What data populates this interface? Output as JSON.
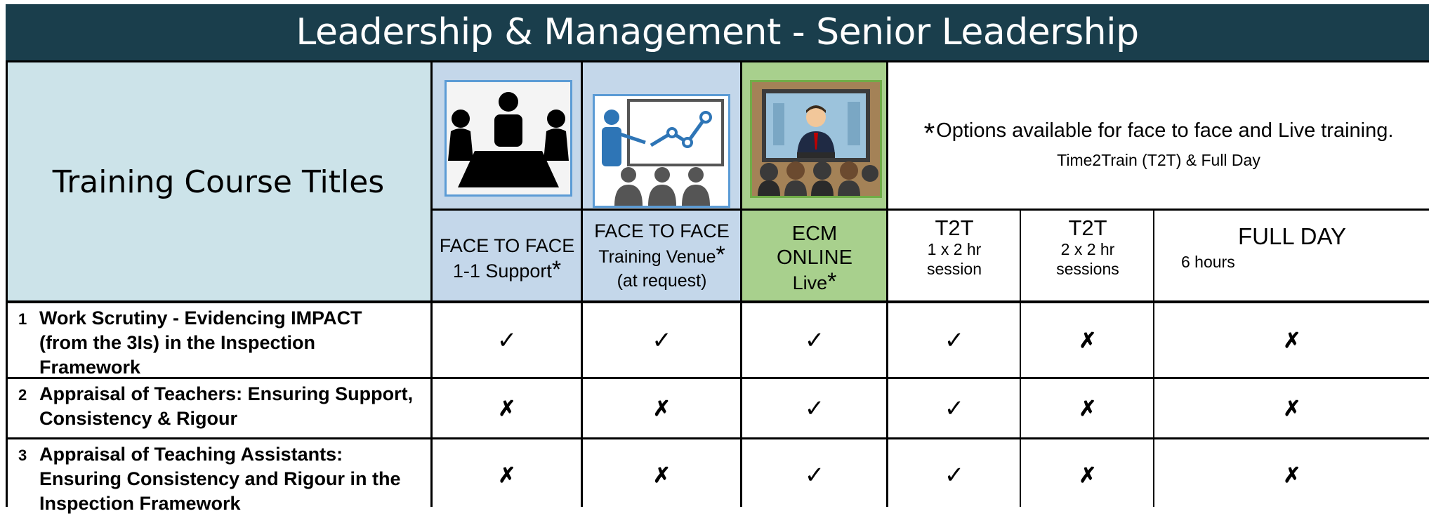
{
  "title": "Leadership & Management - Senior Leadership",
  "header": {
    "course_titles": "Training Course Titles",
    "options_note_star": "*",
    "options_note": "Options available for face to face and Live training.",
    "options_sub": "Time2Train (T2T) & Full Day",
    "columns": [
      {
        "line1": "FACE TO FACE",
        "line2": "1-1 Support",
        "star": "*",
        "icon": "meeting-table-icon"
      },
      {
        "line1": "FACE TO FACE",
        "line2": "Training Venue",
        "star": "*",
        "line3": "(at request)",
        "icon": "presentation-icon"
      },
      {
        "line1": "ECM",
        "line2": "ONLINE",
        "line3": "Live",
        "star": "*",
        "icon": "video-conference-icon"
      },
      {
        "line1": "T2T",
        "line2": "1 x 2 hr",
        "line3": "session"
      },
      {
        "line1": "T2T",
        "line2": "2 x 2 hr",
        "line3": "sessions"
      },
      {
        "line1": "FULL DAY",
        "line2": "6 hours"
      }
    ]
  },
  "rows": [
    {
      "num": "1",
      "title": "Work Scrutiny - Evidencing IMPACT (from the 3Is) in the Inspection Framework",
      "title_lines": [
        "Work Scrutiny - Evidencing IMPACT",
        "(from the 3Is) in the Inspection",
        "Framework"
      ],
      "marks": [
        "✓",
        "✓",
        "✓",
        "✓",
        "✗",
        "✗"
      ]
    },
    {
      "num": "2",
      "title": "Appraisal of Teachers: Ensuring Support, Consistency & Rigour",
      "title_lines": [
        "Appraisal of Teachers: Ensuring Support,",
        "Consistency & Rigour"
      ],
      "marks": [
        "✗",
        "✗",
        "✓",
        "✓",
        "✗",
        "✗"
      ]
    },
    {
      "num": "3",
      "title": "Appraisal of Teaching Assistants: Ensuring Consistency and Rigour in the Inspection Framework",
      "title_lines": [
        "Appraisal of Teaching Assistants:",
        "Ensuring Consistency and Rigour in the",
        "Inspection Framework"
      ],
      "marks": [
        "✗",
        "✗",
        "✓",
        "✓",
        "✗",
        "✗"
      ]
    }
  ],
  "colors": {
    "title_bar": "#1a3e4c",
    "blue": "#c4d7ea",
    "light_blue": "#cce3e9",
    "green": "#a8d08d"
  }
}
